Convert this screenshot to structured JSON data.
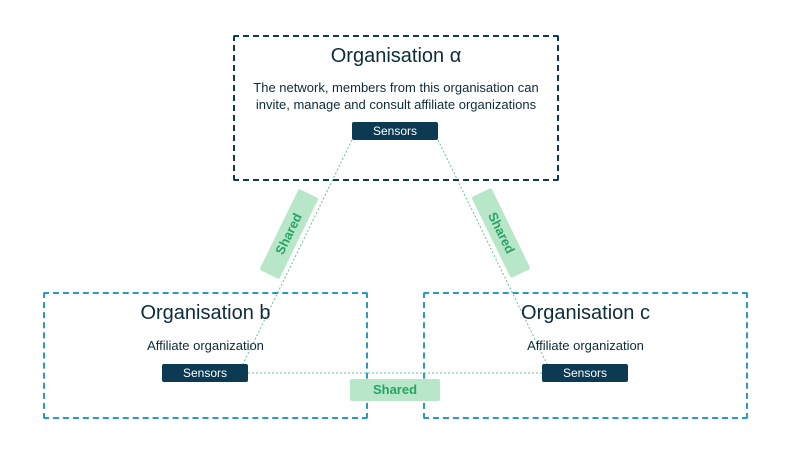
{
  "organizations": {
    "alpha": {
      "title": "Organisation α",
      "description_line1": "The network, members from this organisation can",
      "description_line2": "invite, manage and consult affiliate organizations",
      "sensor_label": "Sensors"
    },
    "b": {
      "title": "Organisation b",
      "description": "Affiliate organization",
      "sensor_label": "Sensors"
    },
    "c": {
      "title": "Organisation c",
      "description": "Affiliate organization",
      "sensor_label": "Sensors"
    }
  },
  "shared_links": {
    "alpha_b": "Shared",
    "alpha_c": "Shared",
    "b_c": "Shared"
  },
  "colors": {
    "network_border": "#0e3a4f",
    "affiliate_border": "#2a9bc0",
    "sensor_bg": "#0b3a52",
    "shared_bg": "#b8e6c9",
    "shared_text": "#27a463",
    "link_line": "#6cc08f"
  }
}
